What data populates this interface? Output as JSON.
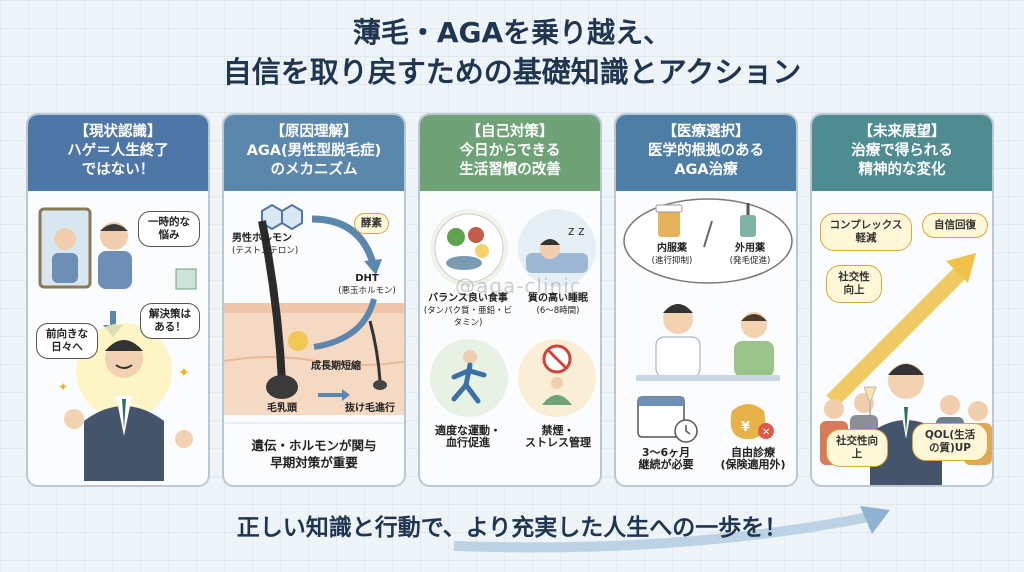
{
  "title": {
    "line1": "薄毛・AGAを乗り越え、",
    "line2": "自信を取り戻すための基礎知識とアクション"
  },
  "panels": [
    {
      "head": [
        "【現状認識】",
        "ハゲ＝人生終了",
        "ではない！"
      ],
      "bubbles": [
        "一時的な悩み",
        "解決策はある！",
        "前向きな日々へ"
      ]
    },
    {
      "head": [
        "【原因理解】",
        "AGA(男性型脱毛症)",
        "のメカニズム"
      ],
      "hormone": "男性ホルモン",
      "hormone_sub": "(テストステロン)",
      "enzyme": "酵素",
      "dht": "DHT",
      "dht_sub": "(悪玉ホルモン)",
      "growth": "成長期短縮",
      "papilla": "毛乳頭",
      "hairloss": "抜け毛進行",
      "caption": [
        "遺伝・ホルモンが関与",
        "早期対策が重要"
      ]
    },
    {
      "head": [
        "【自己対策】",
        "今日からできる",
        "生活習慣の改善"
      ],
      "items": [
        {
          "label": "バランス良い食事",
          "sub": "(タンパク質・亜鉛・ビタミン)"
        },
        {
          "label": "質の高い睡眠",
          "sub": "(6〜8時間)"
        },
        {
          "label": "適度な運動・",
          "sub": "血行促進"
        },
        {
          "label": "禁煙・",
          "sub": "ストレス管理"
        }
      ]
    },
    {
      "head": [
        "【医療選択】",
        "医学的根拠のある",
        "AGA治療"
      ],
      "oral": "内服薬",
      "oral_sub": "(進行抑制)",
      "topical": "外用薬",
      "topical_sub": "(発毛促進)",
      "duration": [
        "3〜6ヶ月",
        "継続が必要"
      ],
      "cost": [
        "自由診療",
        "(保険適用外)"
      ]
    },
    {
      "head": [
        "【未来展望】",
        "治療で得られる",
        "精神的な変化"
      ],
      "tags": [
        "コンプレックス軽減",
        "自信回復",
        "社交性向上",
        "社交性向上",
        "QOL(生活の質)UP"
      ]
    }
  ],
  "watermark": "@aga-clinic",
  "footer": "正しい知識と行動で、より充実した人生への一歩を！",
  "colors": {
    "panel1": "#4e76a6",
    "panel2": "#5b87ad",
    "panel3": "#6fa277",
    "panel4": "#4d7ea6",
    "panel5": "#4f8c92",
    "title": "#1f3550"
  }
}
